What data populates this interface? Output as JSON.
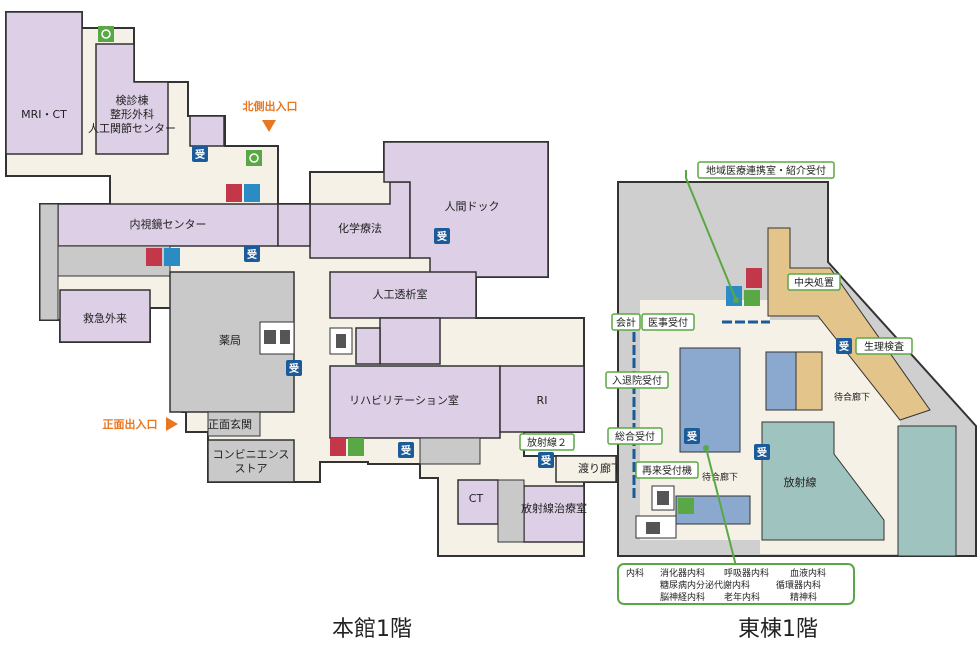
{
  "titles": {
    "main": "本館1階",
    "east": "東棟1階"
  },
  "entrances": {
    "north": "北側出入口",
    "front": "正面出入口"
  },
  "rooms": {
    "mri_ct": "MRI・CT",
    "kenshin_1": "検診棟",
    "kenshin_2": "整形外科",
    "kenshin_3": "人工関節センター",
    "naishikyo": "内視鏡センター",
    "kagaku": "化学療法",
    "ningen_dock": "人間ドック",
    "kyukyu": "救急外来",
    "yakkyoku": "薬局",
    "jinko_toseki": "人工透析室",
    "rihabiri": "リハビリテーション室",
    "ri": "RI",
    "shomen_genkan": "正面玄関",
    "conveni_1": "コンビニエンス",
    "conveni_2": "ストア",
    "ct2": "CT",
    "hoshasen_chiryo": "放射線治療室",
    "watari": "渡り廊下",
    "machiai_1": "待合廊下",
    "machiai_2": "待合廊下",
    "hoshasen_east": "放射線"
  },
  "tags": {
    "chiiki": "地域医療連携室・紹介受付",
    "chuo": "中央処置",
    "seiri": "生理検査",
    "kaikei": "会計",
    "iji": "医事受付",
    "nyutaiin": "入退院受付",
    "sogo": "総合受付",
    "sairai": "再来受付機",
    "hoshasen2": "放射線２"
  },
  "reception_char": "受",
  "departments": {
    "row1": [
      "内科",
      "消化器内科",
      "呼吸器内科",
      "血液内科"
    ],
    "row2": [
      "糖尿病内分泌代謝内科",
      "循環器内科"
    ],
    "row3": [
      "脳神経内科",
      "老年内科",
      "精神科"
    ]
  },
  "colors": {
    "room": "#ddd0e6",
    "room_gray": "#c9c9c9",
    "corridor": "#f5f1e6",
    "east_floor": "#cfcfcf",
    "east_blue": "#8ba9cf",
    "east_tan": "#e3c48b",
    "east_teal": "#9fc3bf",
    "tag_border": "#5aa845",
    "entrance": "#e87722",
    "reception": "#1b5b9a",
    "wall": "#333333"
  },
  "icons": [
    "wheelchair-icon",
    "restroom-icon",
    "elevator-icon",
    "stairs-icon",
    "reception-icon"
  ]
}
